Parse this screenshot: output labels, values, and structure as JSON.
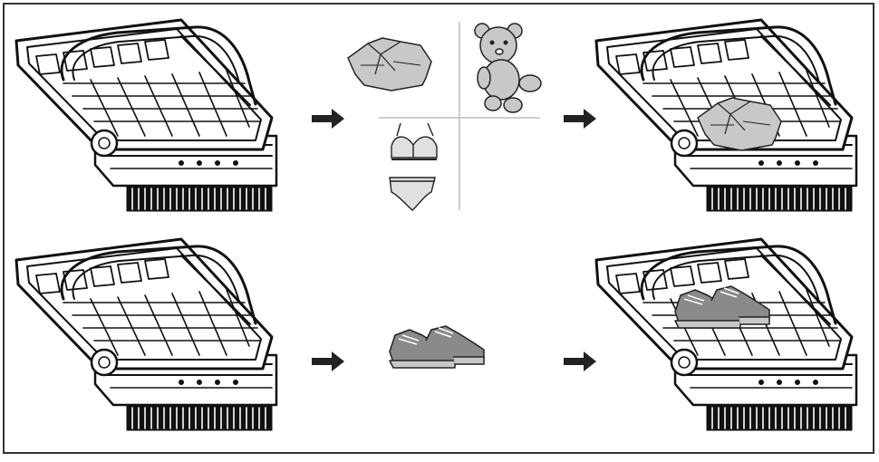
{
  "diagram": {
    "rows": [
      {
        "name": "laundry",
        "empty_basket": "empty-drying-basket",
        "items": [
          "folded-shirt-icon",
          "teddy-bear-icon",
          "bra-icon",
          "panties-icon"
        ],
        "filled_basket": "basket-with-laundry"
      },
      {
        "name": "shoes",
        "empty_basket": "empty-drying-basket",
        "items": [
          "sneakers-icon"
        ],
        "filled_basket": "basket-with-sneakers"
      }
    ],
    "arrow": "right-arrow-icon",
    "colors": {
      "line": "#111111",
      "basket_fill": "#ffffff",
      "item_fill": "#c8c8c8",
      "item_dark": "#8a8a8a",
      "divider": "#bdbdbd",
      "frame": "#333333"
    }
  }
}
